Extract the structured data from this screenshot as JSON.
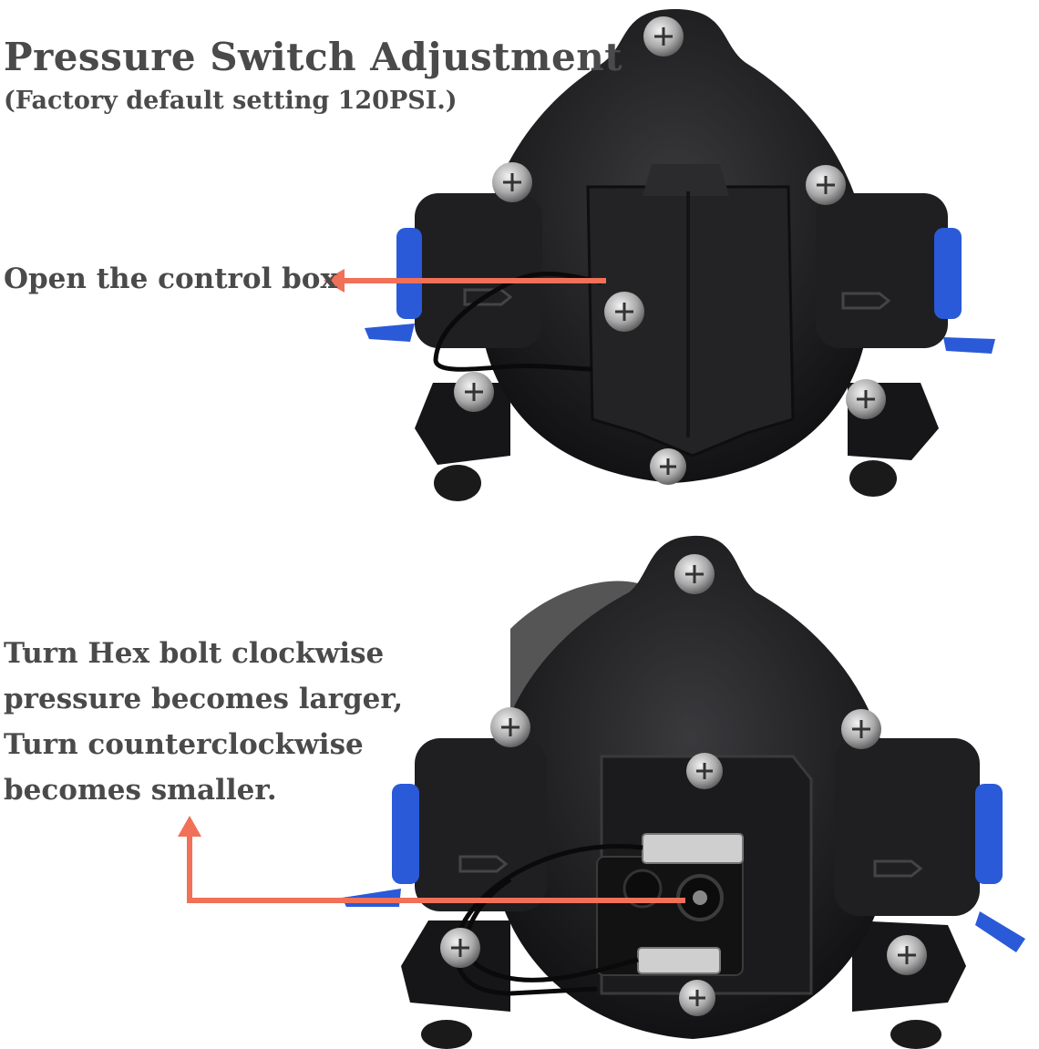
{
  "header": {
    "title": "Pressure Switch Adjustment",
    "subtitle": "(Factory default setting 120PSI.)"
  },
  "callouts": {
    "open_box": "Open the control box",
    "hex_lines": [
      "Turn Hex bolt clockwise",
      "pressure becomes larger,",
      "Turn counterclockwise",
      "becomes smaller."
    ]
  },
  "colors": {
    "arrow": "#f07058",
    "text": "#4a4a4a",
    "pump_body": "#1c1c1e",
    "fitting_blue": "#2a5ad8"
  }
}
